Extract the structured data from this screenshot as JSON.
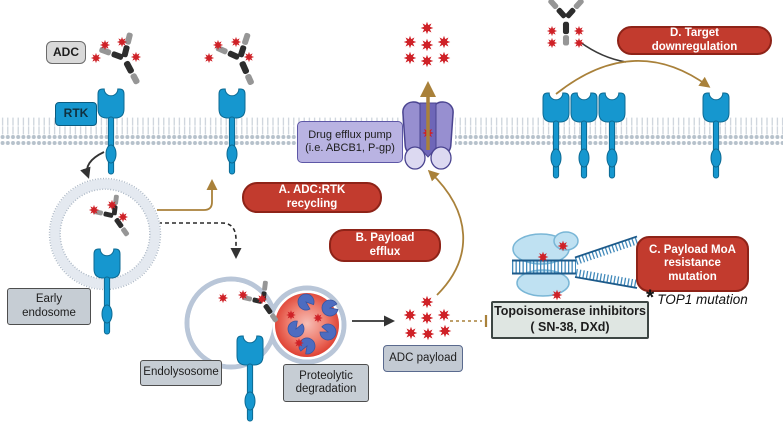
{
  "figure": {
    "labels": {
      "adc": "ADC",
      "rtk": "RTK",
      "drug_efflux_pump": "Drug efflux pump (i.e. ABCB1, P-gp)",
      "early_endosome": "Early endosome",
      "endolysosome": "Endolysosome",
      "proteolytic_degradation": "Proteolytic degradation",
      "adc_payload": "ADC payload",
      "topoisomerase_line1": "Topoisomerase inhibitors",
      "topoisomerase_line2": "( SN-38,  DXd)",
      "asterisk": "*",
      "top1_mutation": "TOP1 mutation"
    },
    "callouts": {
      "a": "A. ADC:RTK recycling",
      "b": "B. Payload efflux",
      "c": "C. Payload MoA resistance mutation",
      "d": "D. Target downregulation"
    },
    "colors": {
      "callout_red": "#c23b2e",
      "callout_border": "#8e2318",
      "receptor_blue": "#1697cf",
      "payload_star_red": "#cf2127",
      "efflux_arrow_tan": "#a9813a",
      "pump_purple": "#978fd0",
      "pump_label_lavender": "#b9b3e2",
      "membrane_gray": "#b6c1cb",
      "protease_blue": "#4d6cc0",
      "label_box_gray": "#c6cdd4",
      "topoisomerase_blue": "#bfe1f2"
    }
  }
}
